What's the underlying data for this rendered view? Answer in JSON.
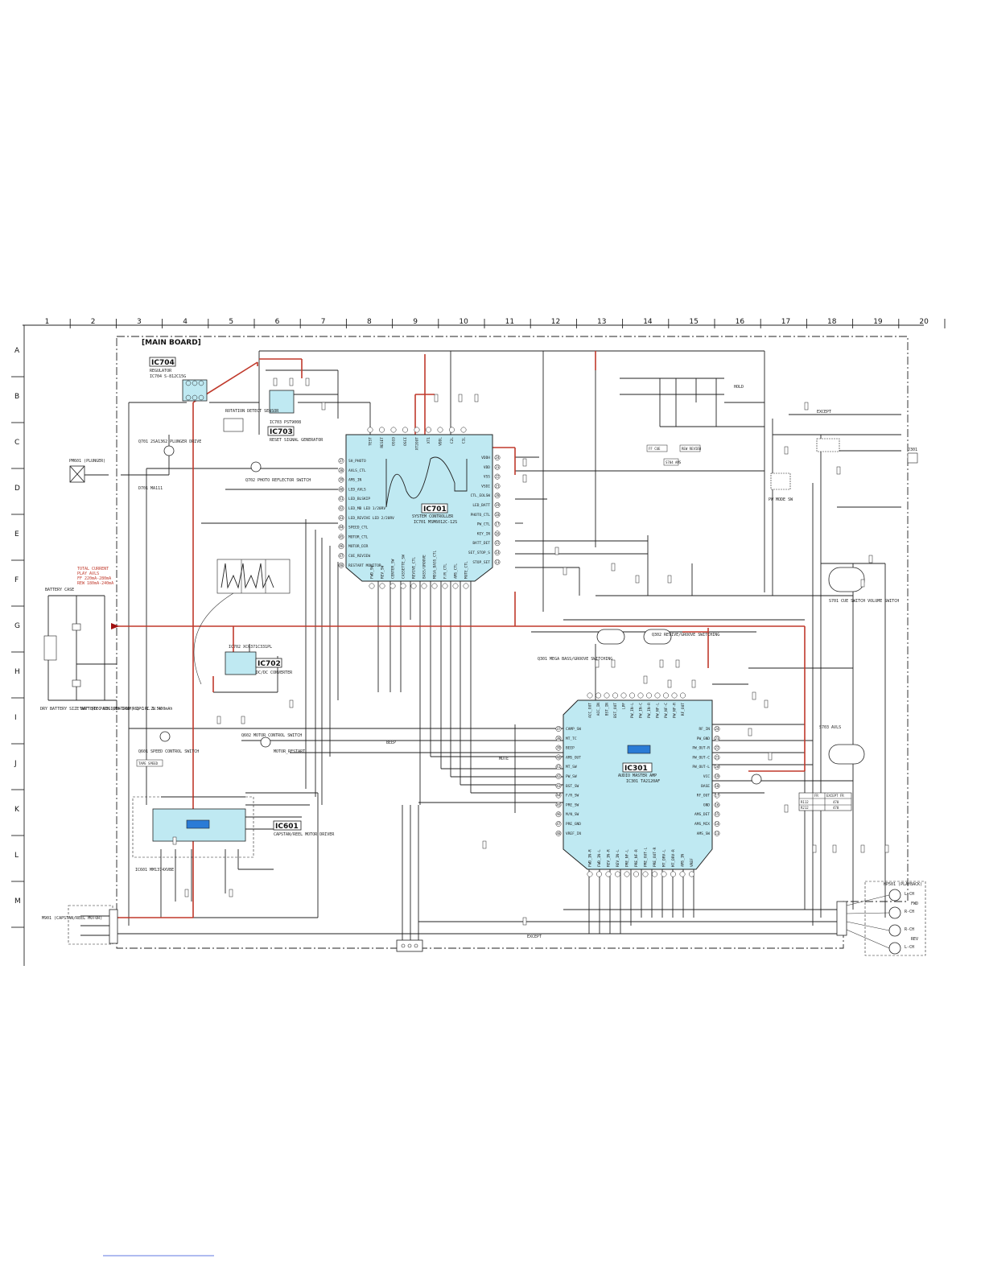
{
  "board_title": "[MAIN BOARD]",
  "grid": {
    "columns": [
      "1",
      "2",
      "3",
      "4",
      "5",
      "6",
      "7",
      "8",
      "9",
      "10",
      "11",
      "12",
      "13",
      "14",
      "15",
      "16",
      "17",
      "18",
      "19",
      "20"
    ],
    "rows": [
      "A",
      "B",
      "C",
      "D",
      "E",
      "F",
      "G",
      "H",
      "I",
      "J",
      "K",
      "L",
      "M"
    ]
  },
  "ics": {
    "ic704": {
      "name": "IC704",
      "desc": "REGULATOR",
      "part": "IC704 S-812C15G"
    },
    "ic703": {
      "name": "IC703",
      "desc": "RESET SIGNAL GENERATOR",
      "part": "IC703 PST9008"
    },
    "ic701": {
      "name": "IC701",
      "desc": "SYSTEM CONTROLLER",
      "part": "IC701 MSM6012C-12S"
    },
    "ic702": {
      "name": "IC702",
      "desc": "DC/DC CONVERTER",
      "part": "IC702 XC6371C331PL"
    },
    "ic601": {
      "name": "IC601",
      "desc": "CAPSTAN/REEL MOTOR DRIVER",
      "part": "IC601 MM1374XVBE"
    },
    "ic301": {
      "name": "IC301",
      "desc": "AUDIO MASTER AMP",
      "part": "IC301 TA2120AF"
    }
  },
  "ic701_left_pins": [
    "SH_PHOTO",
    "AVLS_CTL",
    "AMS_IN",
    "LED_AVLS",
    "LED_BLSKIP",
    "LED_MB LED 1/20RV",
    "LED_REVIVE LED 2/20RV",
    "SPEED_CTL",
    "MOTOR_CTL",
    "MOTOR_DIR",
    "CUE_REVIEW",
    "RESTART MONITOR"
  ],
  "ic701_left_nums": [
    "37",
    "38",
    "39",
    "40",
    "41",
    "42",
    "43",
    "44",
    "45",
    "46",
    "47",
    "48"
  ],
  "ic701_right_pins": [
    "VDDH",
    "VDD",
    "VSS",
    "VSDI",
    "CTL_EOLSW",
    "LED_BATT",
    "PHOTO_CTL",
    "PW_CTL",
    "KEY_IN",
    "BATT_DET",
    "SET_STOP_S",
    "STOP_SET"
  ],
  "ic701_right_nums": [
    "24",
    "23",
    "22",
    "21",
    "20",
    "19",
    "18",
    "17",
    "16",
    "15",
    "14",
    "13"
  ],
  "ic701_top_pins": [
    "TEST",
    "RESET",
    "OSCO",
    "OSCI",
    "XT2OUT",
    "XT1",
    "VDDL",
    "C2L",
    "C1L"
  ],
  "ic701_bottom_pins": [
    "FWD_SW",
    "REV_SW",
    "CENTER_SW",
    "CASSETTE_SW",
    "REVIVE_CTL",
    "BASS/GROOVE",
    "MEGA_BASS_CTL",
    "F/R_CTL",
    "AMS_CTL",
    "MUTE_CTL"
  ],
  "ic301_left_pins": [
    "CAMP_SW",
    "MT_TC",
    "BEEP",
    "AMS_OUT",
    "MT_SW",
    "PW_SW",
    "BST_SW",
    "F/R_SW",
    "PRE_SW",
    "M/N_SW",
    "PRE_GND",
    "VREF_IN"
  ],
  "ic301_left_nums": [
    "37",
    "38",
    "39",
    "40",
    "41",
    "42",
    "43",
    "44",
    "45",
    "46",
    "47",
    "48"
  ],
  "ic301_right_pins": [
    "RF_IN",
    "PW_GND",
    "PW_OUT-R",
    "PW_OUT-C",
    "PW_OUT-L",
    "VCC",
    "BASE",
    "RF_OUT",
    "GND",
    "AMS_DET",
    "AMS_MIX",
    "AMS_SW"
  ],
  "ic301_right_nums": [
    "24",
    "23",
    "22",
    "21",
    "20",
    "19",
    "18",
    "17",
    "16",
    "15",
    "14",
    "13"
  ],
  "ic301_top_pins": [
    "ACC_OUT",
    "ACC_IN",
    "BST_IN",
    "BST_OUT",
    "LPF",
    "PW_IN-L",
    "PW_IN-C",
    "PW_IN-R",
    "PW_NF-L",
    "PW_NF-C",
    "PW_NF-R",
    "RF_OUT"
  ],
  "ic301_bottom_pins": [
    "FWD_IN-R",
    "FWD_IN-L",
    "REV_IN-R",
    "REV_IN-L",
    "PRE_NF-L",
    "PRE_NF-R",
    "PRE_OUT-L",
    "PRE_OUT-R",
    "MT_DRV-L",
    "MT_DRV-R",
    "AMS_IN",
    "VREF"
  ],
  "notes": {
    "total_current": "TOTAL CURRENT",
    "play_current": "PLAY AVLS",
    "ff_current": "FF 220mA-280mA",
    "rew_current": "REW 180mA-240mA",
    "battery_case": "BATTERY CASE",
    "dry_battery": "DRY BATTERY SIZE\"AA\" (IEC DESIGNATION R6) 1PC 1.5V",
    "battery_pack": "BATTERY PACK (NH-14WM) 1PC 1.2V 400mAh",
    "plunger": "PM601 (PLUNGER)",
    "motor": "M901 (CAPSTAN/REEL MOTOR)",
    "headphones": "HP501 (PLAYBACK)",
    "jack": "J301",
    "fwd": "FWD",
    "rev": "REV",
    "lch": "L-CH",
    "rch": "R-CH",
    "except": "EXCEPT",
    "table_head": [
      "FR",
      "EXCEPT FR"
    ],
    "table_rows": [
      [
        "R112",
        "470"
      ],
      [
        "R212",
        "470"
      ]
    ]
  },
  "components": {
    "q701": "Q701 2SA1362 PLUNGER DRIVE",
    "d701": "D701 MA111",
    "q702": "Q702 PHOTO REFLECTOR SWITCH",
    "q601": "Q601 SPEED CONTROL SWITCH",
    "q602": "Q602 MOTOR CONTROL SWITCH",
    "q301": "Q301 MEGA BASS/GROOVE SWITCHING",
    "q302": "Q302 REVIVE/GROOVE SWITCHING",
    "s703": "S703 AVLS",
    "s701": "S701 CUE SWITCH VOLUME SWITCH",
    "s704": "S704 AMS",
    "tape_speed": "TAPE SPEED",
    "ff_cue": "FF CUE",
    "rew_review": "REW REVIEW",
    "hold": "HOLD",
    "pw_mode": "PW MODE SW",
    "rotation_detect": "ROTATION DETECT SENSOR",
    "restart": "MOTOR_RESTART",
    "beep": "BEEP",
    "mute": "MUTE"
  }
}
